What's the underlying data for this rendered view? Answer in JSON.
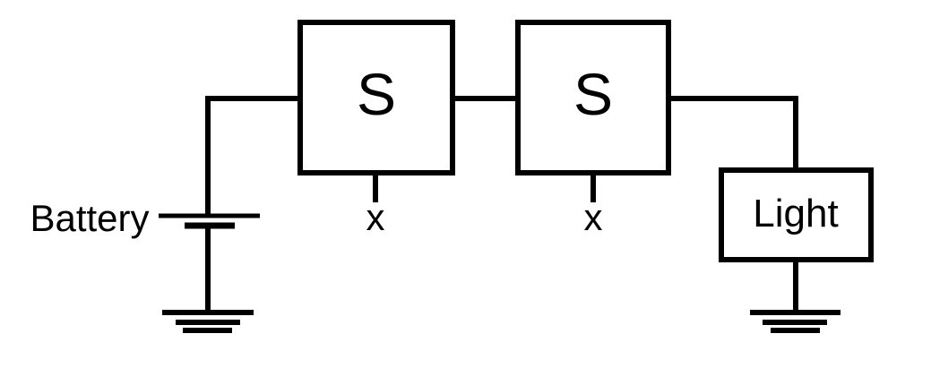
{
  "diagram": {
    "background_color": "#ffffff",
    "stroke_color": "#000000",
    "battery": {
      "label": "Battery"
    },
    "switches": [
      {
        "label": "S",
        "input_label": "x"
      },
      {
        "label": "S",
        "input_label": "x"
      }
    ],
    "light": {
      "label": "Light"
    }
  }
}
